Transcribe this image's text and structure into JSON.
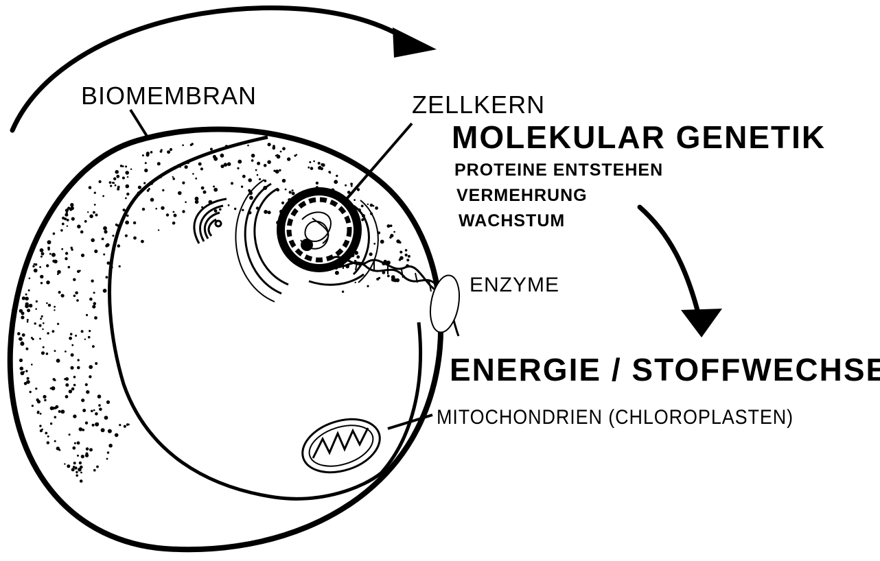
{
  "labels": {
    "biomembran": "BIOMEMBRAN",
    "zellkern": "ZELLKERN",
    "molekular_genetik": "MOLEKULAR GENETIK",
    "proteine": "PROTEINE ENTSTEHEN",
    "vermehrung": "VERMEHRUNG",
    "wachstum": "WACHSTUM",
    "enzyme": "ENZYME",
    "energie": "ENERGIE / STOFFWECHSEL",
    "mitochondrien": "MITOCHONDRIEN (CHLOROPLASTEN)"
  },
  "colors": {
    "ink": "#000000",
    "paper": "#ffffff"
  }
}
